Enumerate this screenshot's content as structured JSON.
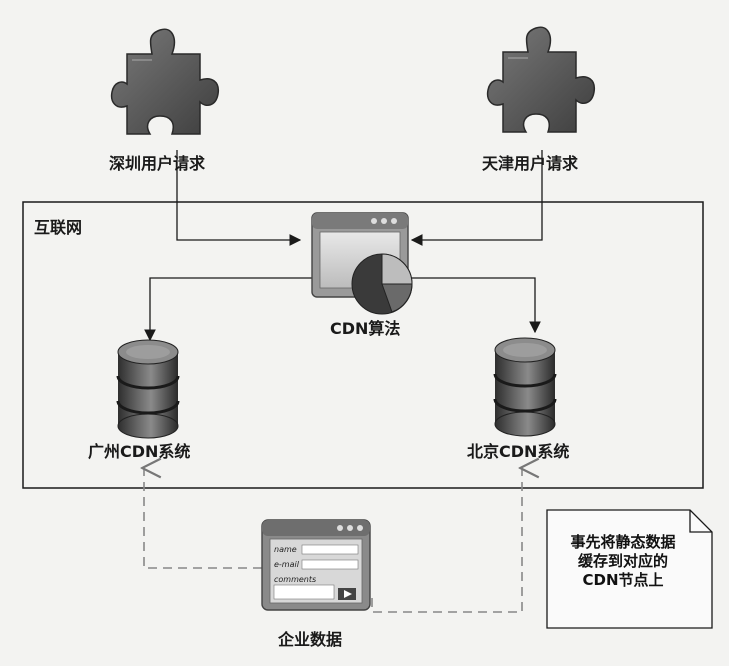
{
  "nodes": {
    "shenzhen_request": "深圳用户请求",
    "tianjin_request": "天津用户请求",
    "internet": "互联网",
    "cdn_algorithm": "CDN算法",
    "guangzhou_cdn": "广州CDN系统",
    "beijing_cdn": "北京CDN系统",
    "enterprise_data": "企业数据"
  },
  "note": {
    "lines": [
      "事先将静态数据",
      "缓存到对应的",
      "CDN节点上"
    ]
  },
  "form_icon": {
    "fields": [
      "name",
      "e-mail",
      "comments"
    ]
  },
  "colors": {
    "puzzle": "#5c5c5c",
    "database": "#4a4a4a",
    "frame": "#1a1a1a",
    "dashed": "#888888"
  }
}
